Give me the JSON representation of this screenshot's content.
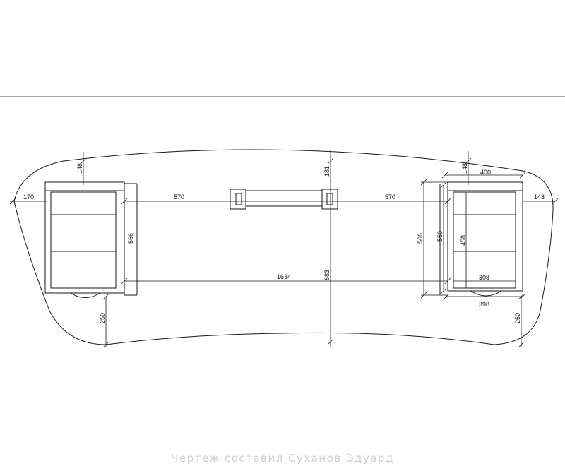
{
  "drawing": {
    "dimensions": {
      "depth_top_left": "148",
      "depth_top_right": "148",
      "overhang_left": "170",
      "overhang_right": "143",
      "span_left": "570",
      "span_right": "570",
      "center_offset": "181",
      "total_depth": "683",
      "width_between": "1634",
      "cabinet_height_left": "566",
      "cabinet_height_right": "566",
      "cabinet_height_inner": "550",
      "cabinet_inner": "458",
      "top_width": "400",
      "inner_width": "308",
      "base_width": "398",
      "bottom_left": "250",
      "bottom_right": "250"
    },
    "colors": {
      "stroke": "#1a1a1a",
      "watermark": "#cfcfcf",
      "background": "#ffffff"
    }
  },
  "footer": {
    "watermark": "Чертеж составил Суханов Эдуард"
  }
}
